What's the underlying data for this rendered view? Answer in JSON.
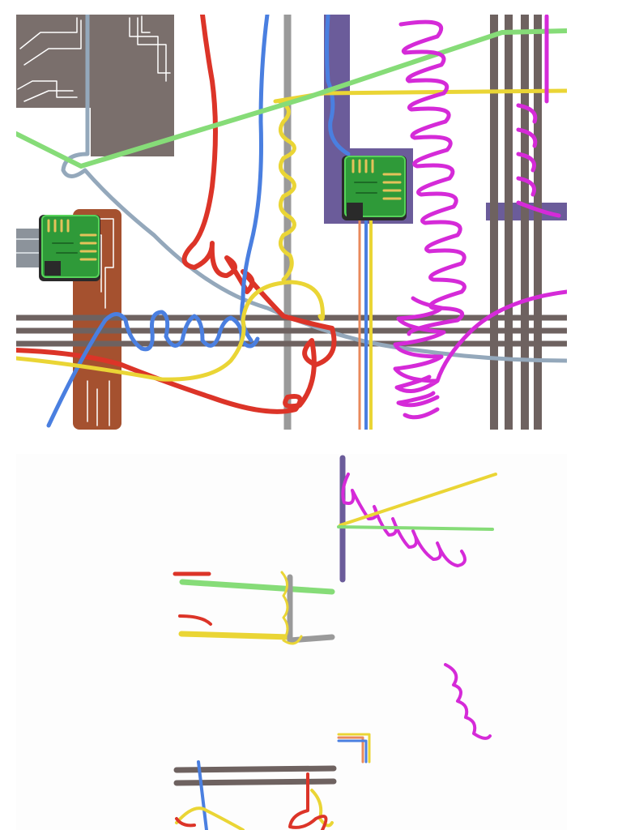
{
  "canvas": {
    "background": "#ffffff",
    "panel_background": "#fdfdfd"
  },
  "colors": {
    "gray_wire": "#7a6f6c",
    "gray_dark": "#6e6260",
    "light_gray": "#9a9a9a",
    "slate_blue_wire": "#94a8bb",
    "red_wire": "#dc3428",
    "blue_wire": "#4a7fe0",
    "yellow_wire": "#ead535",
    "green_wire": "#86dc78",
    "magenta_coil": "#d52ad8",
    "orange_wire": "#e98a5c",
    "copper_plate": "#a5512f",
    "purple_plate": "#6b5c9a",
    "brown_plate": "#7a6f6c",
    "chip_green": "#2f9a39",
    "chip_dark": "#1d6b26",
    "chip_pad": "#e4c25a",
    "chip_shadow": "#2a2a2a"
  },
  "illustrations": [
    {
      "name": "wiring-diagram-full",
      "elements": [
        "metal-plates",
        "circuit-chips",
        "red-wire",
        "blue-wires",
        "yellow-coil",
        "green-wire",
        "magenta-coils",
        "gray-cable-bundles"
      ]
    },
    {
      "name": "wiring-diagram-fragments",
      "elements": [
        "magenta-coil-fragment",
        "wire-stub-fragment",
        "small-coil-fragment",
        "corner-fragment",
        "bottom-cable-fragment"
      ]
    }
  ]
}
